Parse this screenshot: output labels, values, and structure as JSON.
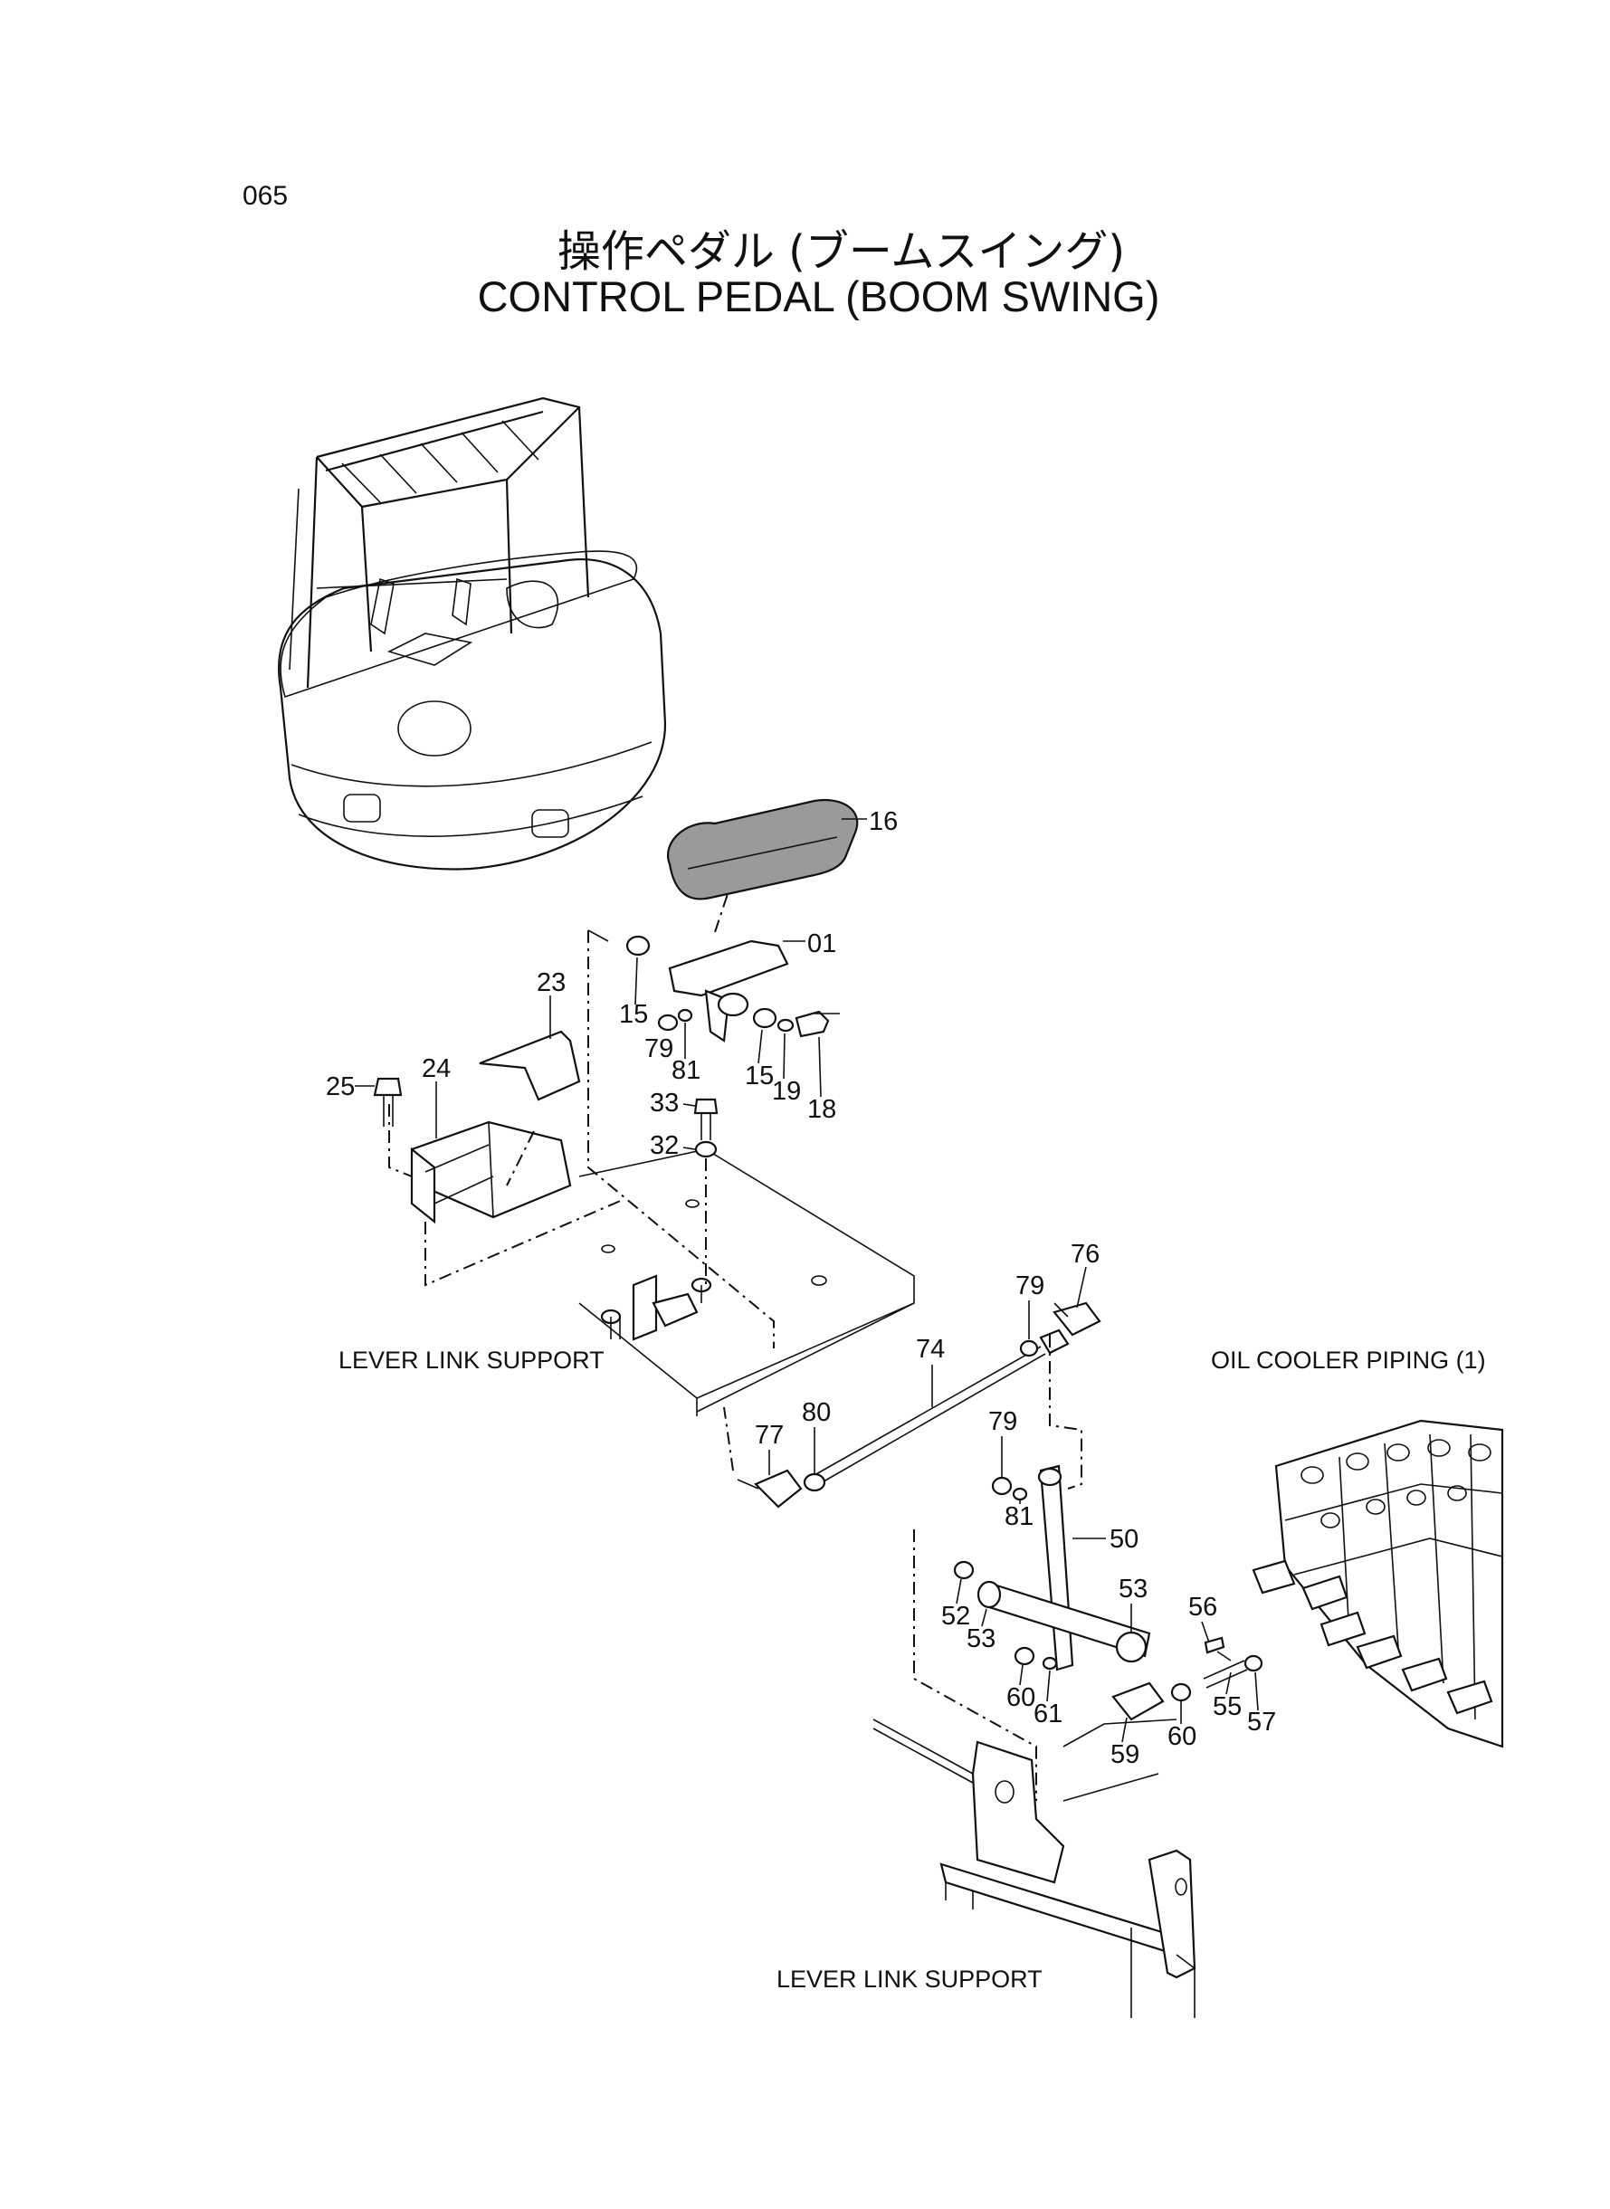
{
  "page_number": "065",
  "title_jp": "操作ペダル (ブームスイング)",
  "title_en": "CONTROL PEDAL (BOOM SWING)",
  "reference_labels": {
    "lever_link_support_upper": "LEVER LINK SUPPORT",
    "oil_cooler_piping": "OIL COOLER PIPING (1)",
    "lever_link_support_lower": "LEVER LINK SUPPORT"
  },
  "callouts": [
    {
      "id": "c16",
      "label": "16"
    },
    {
      "id": "c01",
      "label": "01"
    },
    {
      "id": "c23",
      "label": "23"
    },
    {
      "id": "c15a",
      "label": "15"
    },
    {
      "id": "c79a",
      "label": "79"
    },
    {
      "id": "c81a",
      "label": "81"
    },
    {
      "id": "c15b",
      "label": "15"
    },
    {
      "id": "c19",
      "label": "19"
    },
    {
      "id": "c18",
      "label": "18"
    },
    {
      "id": "c25",
      "label": "25"
    },
    {
      "id": "c24",
      "label": "24"
    },
    {
      "id": "c33",
      "label": "33"
    },
    {
      "id": "c32",
      "label": "32"
    },
    {
      "id": "c76",
      "label": "76"
    },
    {
      "id": "c79b",
      "label": "79"
    },
    {
      "id": "c74",
      "label": "74"
    },
    {
      "id": "c80",
      "label": "80"
    },
    {
      "id": "c77",
      "label": "77"
    },
    {
      "id": "c79c",
      "label": "79"
    },
    {
      "id": "c81b",
      "label": "81"
    },
    {
      "id": "c50",
      "label": "50"
    },
    {
      "id": "c52",
      "label": "52"
    },
    {
      "id": "c53a",
      "label": "53"
    },
    {
      "id": "c53b",
      "label": "53"
    },
    {
      "id": "c56",
      "label": "56"
    },
    {
      "id": "c60a",
      "label": "60"
    },
    {
      "id": "c61",
      "label": "61"
    },
    {
      "id": "c59",
      "label": "59"
    },
    {
      "id": "c60b",
      "label": "60"
    },
    {
      "id": "c55",
      "label": "55"
    },
    {
      "id": "c57",
      "label": "57"
    }
  ]
}
